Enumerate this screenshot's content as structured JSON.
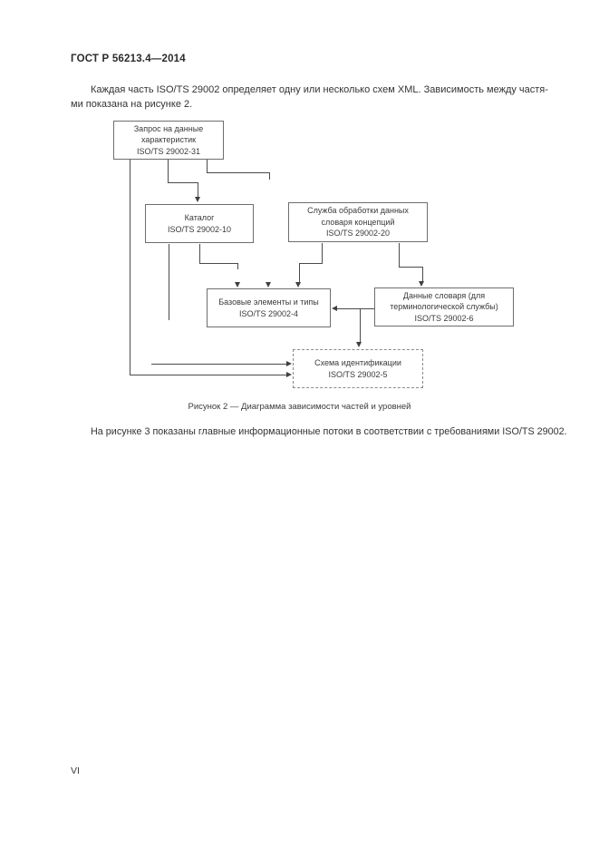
{
  "page": {
    "header": "ГОСТ Р 56213.4—2014",
    "paragraph1_line1": "Каждая часть ISO/TS 29002 определяет одну или несколько схем XML. Зависимость между частя-",
    "paragraph1_line2": "ми показана на рисунке 2.",
    "figure_caption": "Рисунок 2 — Диаграмма зависимости частей и уровней",
    "paragraph2": "На рисунке 3 показаны главные информационные потоки в соответствии с требованиями ISO/TS 29002.",
    "page_number": "VI"
  },
  "diagram": {
    "ink_color": "#4a4a4a",
    "boxes": {
      "request": {
        "line1": "Запрос на данные",
        "line2": "характеристик",
        "line3": "ISO/TS 29002-31"
      },
      "catalog": {
        "line1": "Каталог",
        "line2": "ISO/TS 29002-10"
      },
      "service": {
        "line1": "Служба обработки данных",
        "line2": "словаря концепций",
        "line3": "ISO/TS 29002-20"
      },
      "basic": {
        "line1": "Базовые элементы и типы",
        "line2": "ISO/TS 29002-4"
      },
      "dictionary": {
        "line1": "Данные словаря (для",
        "line2": "терминологической службы)",
        "line3": "ISO/TS 29002-6"
      },
      "scheme": {
        "line1": "Схема идентификации",
        "line2": "ISO/TS 29002-5"
      }
    }
  }
}
